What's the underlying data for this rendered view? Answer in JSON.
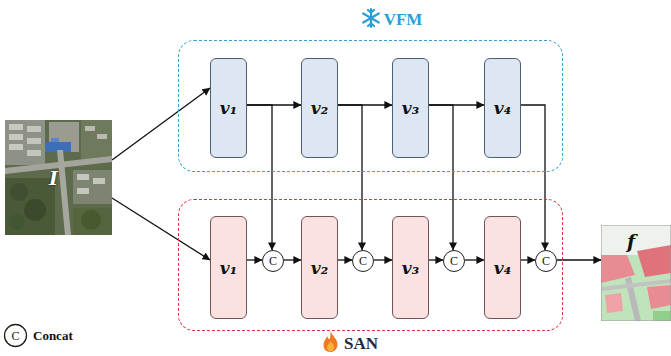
{
  "diagram": {
    "nodes": [
      {
        "text": [
          "I"
        ]
      },
      {
        "text": [
          "VFM"
        ]
      },
      {
        "text": [
          "v₁"
        ],
        "in": 1
      },
      {
        "text": [
          "v₂"
        ],
        "in": 1
      },
      {
        "text": [
          "v₃"
        ],
        "in": 1
      },
      {
        "text": [
          "v₄"
        ],
        "in": 1
      },
      {
        "text": [
          "SAN"
        ]
      },
      {
        "text": [
          "v₁"
        ],
        "in": 6
      },
      {
        "text": [
          "C"
        ],
        "in": 6
      },
      {
        "text": [
          "v₂"
        ],
        "in": 6
      },
      {
        "text": [
          "C"
        ],
        "in": 6
      },
      {
        "text": [
          "v₃"
        ],
        "in": 6
      },
      {
        "text": [
          "C"
        ],
        "in": 6
      },
      {
        "text": [
          "v₄"
        ],
        "in": 6
      },
      {
        "text": [
          "C"
        ],
        "in": 6
      },
      {
        "text": [
          "f"
        ]
      }
    ],
    "edges": [
      {
        "from": 0,
        "to": 2,
        "arrow": "to"
      },
      {
        "from": 0,
        "to": 7,
        "arrow": "to"
      },
      {
        "from": 2,
        "to": 3,
        "arrow": "to"
      },
      {
        "from": 3,
        "to": 4,
        "arrow": "to"
      },
      {
        "from": 4,
        "to": 5,
        "arrow": "to"
      },
      {
        "from": 2,
        "to": 8,
        "arrow": "to"
      },
      {
        "from": 3,
        "to": 10,
        "arrow": "to"
      },
      {
        "from": 4,
        "to": 12,
        "arrow": "to"
      },
      {
        "from": 5,
        "to": 14,
        "arrow": "to"
      },
      {
        "from": 7,
        "to": 8,
        "arrow": "to"
      },
      {
        "from": 8,
        "to": 9,
        "arrow": "to"
      },
      {
        "from": 9,
        "to": 10,
        "arrow": "to"
      },
      {
        "from": 10,
        "to": 11,
        "arrow": "to"
      },
      {
        "from": 11,
        "to": 12,
        "arrow": "to"
      },
      {
        "from": 12,
        "to": 13,
        "arrow": "to"
      },
      {
        "from": 13,
        "to": 14,
        "arrow": "to"
      },
      {
        "from": 14,
        "to": 15,
        "arrow": "to"
      }
    ],
    "labels": [
      "C"
    ],
    "legend": [
      {
        "text": "Concat"
      }
    ]
  }
}
